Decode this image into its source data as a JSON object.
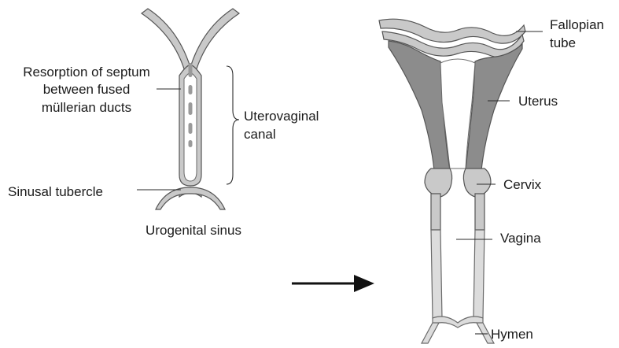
{
  "labels": {
    "septum_line1": "Resorption of septum",
    "septum_line2": "between fused",
    "septum_line3": "müllerian ducts",
    "uterovaginal_line1": "Uterovaginal",
    "uterovaginal_line2": "canal",
    "sinusal_tubercle": "Sinusal tubercle",
    "urogenital_sinus": "Urogenital sinus",
    "fallopian_line1": "Fallopian",
    "fallopian_line2": "tube",
    "uterus": "Uterus",
    "cervix": "Cervix",
    "vagina": "Vagina",
    "hymen": "Hymen"
  },
  "colors": {
    "wall_fill": "#c9c9c9",
    "uterus_fill": "#8c8c8c",
    "vagina_fill": "#dcdcdc",
    "outline": "#555555",
    "text": "#1a1a1a"
  }
}
